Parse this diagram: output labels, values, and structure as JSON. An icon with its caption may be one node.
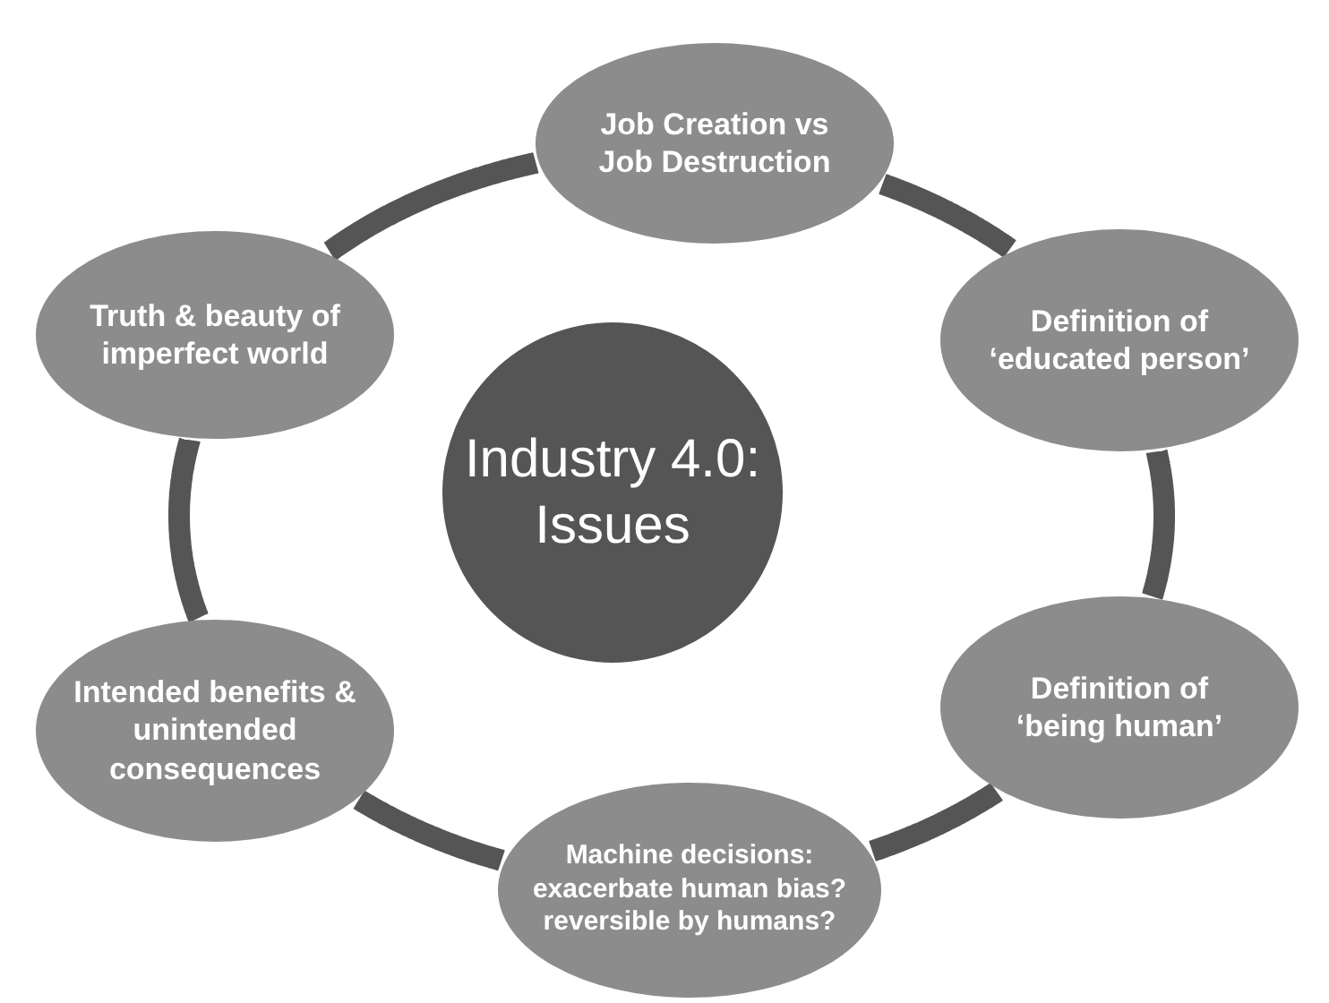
{
  "diagram": {
    "nodes": [
      {
        "text": [
          "Industry 4.0: Issues"
        ]
      },
      {
        "text": [
          "Job Creation vs Job Destruction"
        ]
      },
      {
        "text": [
          "Definition of ‘educated person’"
        ]
      },
      {
        "text": [
          "Definition of ‘being human’"
        ]
      },
      {
        "text": [
          "Machine decisions: exacerbate human bias? reversible by humans?"
        ]
      },
      {
        "text": [
          "Intended benefits & unintended consequences"
        ]
      },
      {
        "text": [
          "Truth & beauty of imperfect world"
        ]
      }
    ],
    "edges": [
      {
        "from": 1,
        "to": 2,
        "arrow": "none"
      },
      {
        "from": 2,
        "to": 3,
        "arrow": "none"
      },
      {
        "from": 3,
        "to": 4,
        "arrow": "none"
      },
      {
        "from": 4,
        "to": 5,
        "arrow": "none"
      },
      {
        "from": 5,
        "to": 6,
        "arrow": "none"
      },
      {
        "from": 6,
        "to": 1,
        "arrow": "none"
      }
    ]
  }
}
